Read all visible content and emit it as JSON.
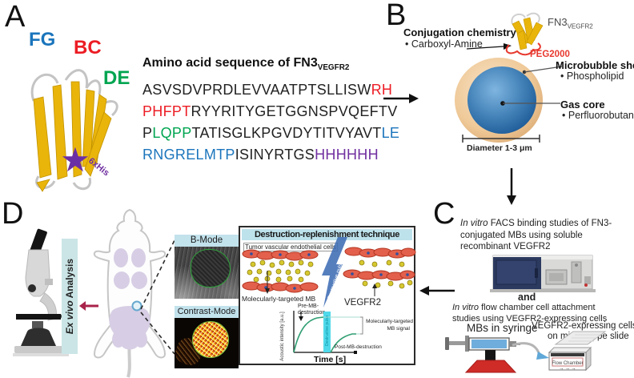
{
  "colors": {
    "loop_fg_blue": "#1b75bc",
    "loop_bc_red": "#ec1c24",
    "loop_de_green": "#00a551",
    "his_purple": "#7030a0",
    "ribbon_gold": "#e9b50b",
    "peg_red": "#e8392f",
    "microbubble_shell_tan": "#efc998",
    "gas_core_blue": "#2a6aa6",
    "header_light_blue": "#c2e2ec",
    "destructive_pulse_cyan": "#4fd9ea",
    "curve_green": "#2f9e72",
    "ex_vivo_arrow_crimson": "#a8234a",
    "syringe_stand_red": "#cf2b27",
    "bolt_blue": "#3e6cb4",
    "tumor_outline_green": "#2fa33c"
  },
  "icons": {
    "star": "★"
  },
  "panel_a": {
    "label": "A",
    "fg": "FG",
    "bc": "BC",
    "de": "DE",
    "his": "6xHis",
    "title_main": "Amino acid sequence of FN3",
    "title_sub": "VEGFR2",
    "seq": {
      "l1a": "ASVSDVPRDLEVVAATPTSLLISW",
      "l1b": "RH",
      "l2a": "PHFPT",
      "l2b": "RYYRITYGETGGNSPVQEFTV",
      "l3a": "P",
      "l3b": "LQPP",
      "l3c": "TATISGLKPGVDYTITVYAVT",
      "l3d": "LE",
      "l4a": "RNGRELMTP",
      "l4b": "ISINYRTGS",
      "l4c": "HHHHHH"
    }
  },
  "panel_b": {
    "label": "B",
    "conj_title": "Conjugation chemistry",
    "conj_item": "Carboxyl-Amine",
    "fn3_main": "FN3",
    "fn3_sub": "VEGFR2",
    "peg": "PEG2000",
    "shell_title": "Microbubble shell",
    "shell_item": "Phospholipid",
    "core_title": "Gas core",
    "core_item": "Perfluorobutane",
    "diameter": "Diameter 1-3 μm"
  },
  "panel_c": {
    "label": "C",
    "facs_it": "In vitro",
    "facs_rest": " FACS binding studies of FN3-conjugated MBs using soluble recombinant VEGFR2",
    "and_text": "and",
    "flow_it": "In vitro",
    "flow_rest": " flow chamber cell attachment studies using VEGFR2-expressing cells",
    "syringe_label": "MBs in syringe",
    "cells_label_1": "VEGFR2-expressing cells",
    "cells_label_2": "on microscope slide",
    "flow_chamber": "Flow Chamber",
    "chamber_arrows": "→ → →"
  },
  "panel_d": {
    "label": "D",
    "ex_vivo": "Ex vivo",
    "analysis": " Analysis",
    "b_mode": "B-Mode",
    "contrast_mode": "Contrast-Mode"
  },
  "destruction": {
    "title": "Destruction-replenishment technique",
    "endothelial": "Tumor vascular endothelial cells",
    "mb_label": "Molecularly-targeted MB",
    "vegfr2": "VEGFR2",
    "bolt_text": "Destructive pulse",
    "graph": {
      "ylabel": "Acoustic intensity [a.u.]",
      "xlabel": "Time [s]",
      "pre1": "Pre-MB-",
      "pre2": "destruction",
      "post": "Post-MB-destruction",
      "sig1": "Molecularly-targeted",
      "sig2": "MB signal",
      "pulse": "Destructive pulse"
    }
  }
}
